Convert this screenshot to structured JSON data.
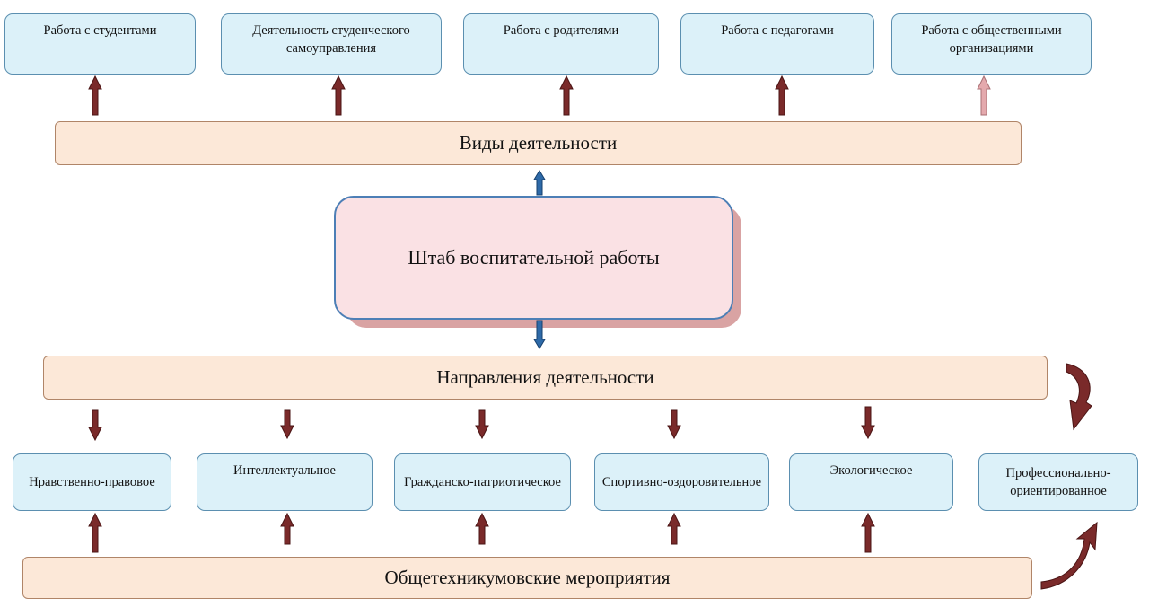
{
  "activity_types": {
    "title": "Виды деятельности",
    "items": [
      "Работа с студентами",
      "Деятельность студенческого самоуправления",
      "Работа с родителями",
      "Работа с педагогами",
      "Работа с общественными организациями"
    ]
  },
  "center": {
    "title": "Штаб воспитательной работы"
  },
  "directions": {
    "title": "Направления деятельности",
    "items": [
      "Нравственно-правовое",
      "Интеллектуальное",
      "Гражданско-патриотическое",
      "Спортивно-оздоровительное",
      "Экологическое",
      "Профессионально-ориентированное"
    ]
  },
  "events": {
    "title": "Общетехникумовские мероприятия"
  },
  "colors": {
    "small_box_fill": "#dcf1f9",
    "band_fill": "#fce8d8",
    "center_fill": "#fae1e4",
    "arrow_dark_red": "#7a2a2a",
    "arrow_light_pink": "#e4a9ad",
    "arrow_blue": "#2e6aa8"
  }
}
